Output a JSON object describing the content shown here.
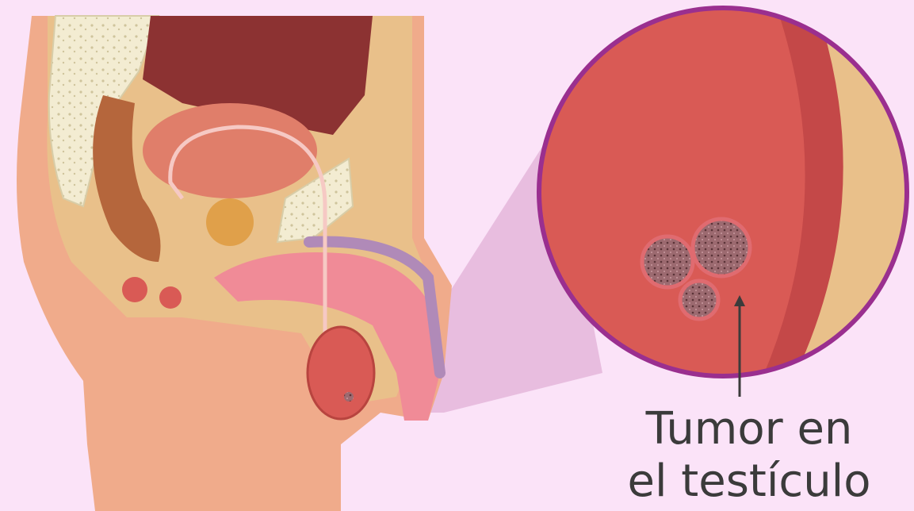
{
  "label": {
    "line1": "Tumor en",
    "line2": "el testículo"
  },
  "colors": {
    "background": "#fbe3f8",
    "skin": "#f0ab8b",
    "tissue": "#e9c08a",
    "testis": "#d95a55",
    "tumor": "#a46b73",
    "zoom_ring": "#9a2f8f",
    "zoom_cone": "#e4b6db",
    "text": "#3b3b3b"
  },
  "icons": [
    "anatomy-cross-section",
    "magnifier-circle",
    "leader-arrow"
  ]
}
